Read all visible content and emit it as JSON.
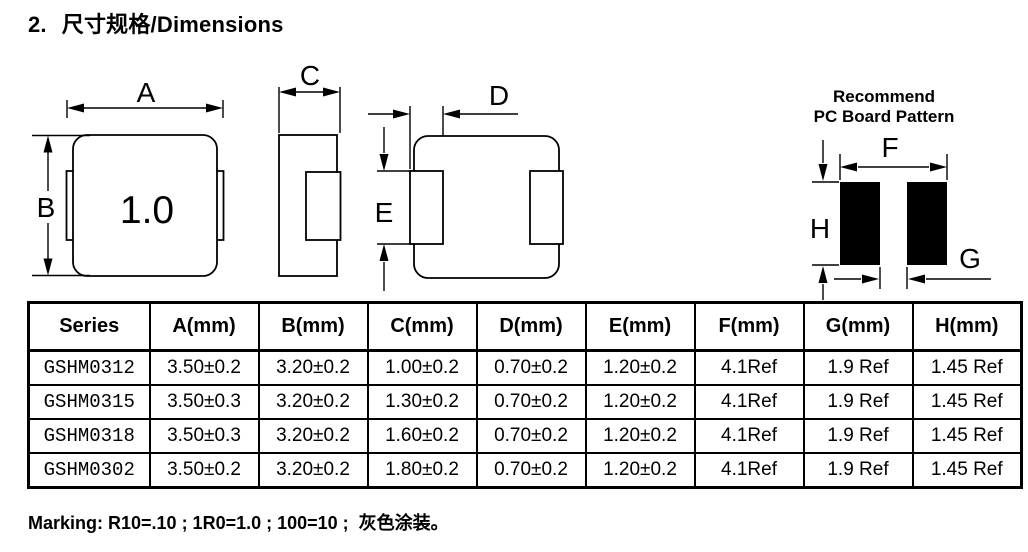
{
  "page": {
    "section_number": "2.",
    "section_title": "尺寸规格/Dimensions",
    "marking_note": "Marking: R10=.10 ; 1R0=1.0 ; 100=10 ;  灰色涂装。"
  },
  "diagram": {
    "top_view": {
      "dim_a": "A",
      "dim_b": "B",
      "part_marking": "1.0"
    },
    "side_view": {
      "dim_c": "C"
    },
    "bottom_view": {
      "dim_d": "D",
      "dim_e": "E"
    },
    "pcb_pattern": {
      "title_line1": "Recommend",
      "title_line2": "PC Board Pattern",
      "dim_f": "F",
      "dim_g": "G",
      "dim_h": "H"
    }
  },
  "table": {
    "headers": [
      "Series",
      "A(mm)",
      "B(mm)",
      "C(mm)",
      "D(mm)",
      "E(mm)",
      "F(mm)",
      "G(mm)",
      "H(mm)"
    ],
    "rows": [
      [
        "GSHM0312",
        "3.50±0.2",
        "3.20±0.2",
        "1.00±0.2",
        "0.70±0.2",
        "1.20±0.2",
        "4.1Ref",
        "1.9 Ref",
        "1.45 Ref"
      ],
      [
        "GSHM0315",
        "3.50±0.3",
        "3.20±0.2",
        "1.30±0.2",
        "0.70±0.2",
        "1.20±0.2",
        "4.1Ref",
        "1.9 Ref",
        "1.45 Ref"
      ],
      [
        "GSHM0318",
        "3.50±0.3",
        "3.20±0.2",
        "1.60±0.2",
        "0.70±0.2",
        "1.20±0.2",
        "4.1Ref",
        "1.9 Ref",
        "1.45 Ref"
      ],
      [
        "GSHM0302",
        "3.50±0.2",
        "3.20±0.2",
        "1.80±0.2",
        "0.70±0.2",
        "1.20±0.2",
        "4.1Ref",
        "1.9 Ref",
        "1.45 Ref"
      ]
    ]
  }
}
